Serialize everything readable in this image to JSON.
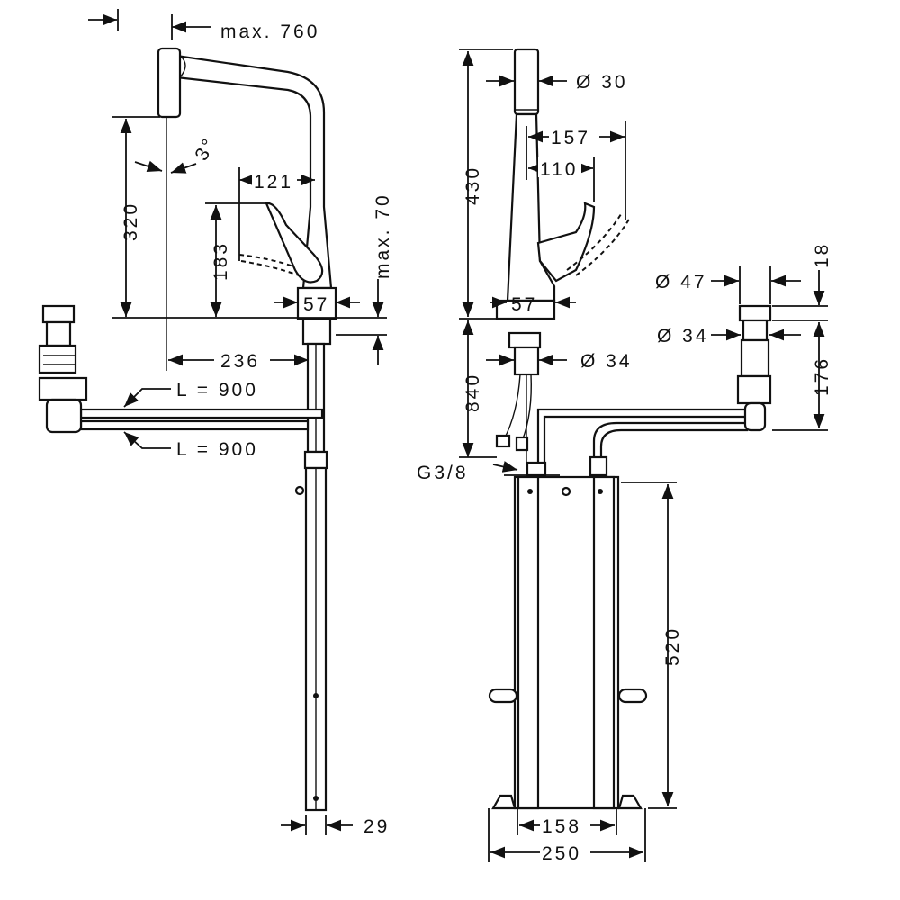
{
  "title": "Kitchen mixer dimensional drawing",
  "side_view": {
    "max_reach": "max. 760",
    "angle": "3°",
    "spout_height": "320",
    "lever_reach": "121",
    "lever_height": "183",
    "max_deck_thickness": "max. 70",
    "base_diameter": "57",
    "spout_projection": "236",
    "hose_length_upper": "L = 900",
    "hose_length_lower": "L = 900",
    "shank_width": "29"
  },
  "front_view": {
    "spout_diameter": "Ø 30",
    "lever_reach_max": "157",
    "lever_reach": "110",
    "total_height": "430",
    "base_diameter": "57",
    "shank_diameter": "Ø 34",
    "hose_length": "840",
    "connection_thread": "G3/8",
    "box_height": "520",
    "box_inner_width": "158",
    "box_outer_width": "250"
  },
  "valve_detail": {
    "outer_diameter": "Ø 47",
    "inner_diameter": "Ø 34",
    "cap_height": "18",
    "valve_height": "176"
  }
}
